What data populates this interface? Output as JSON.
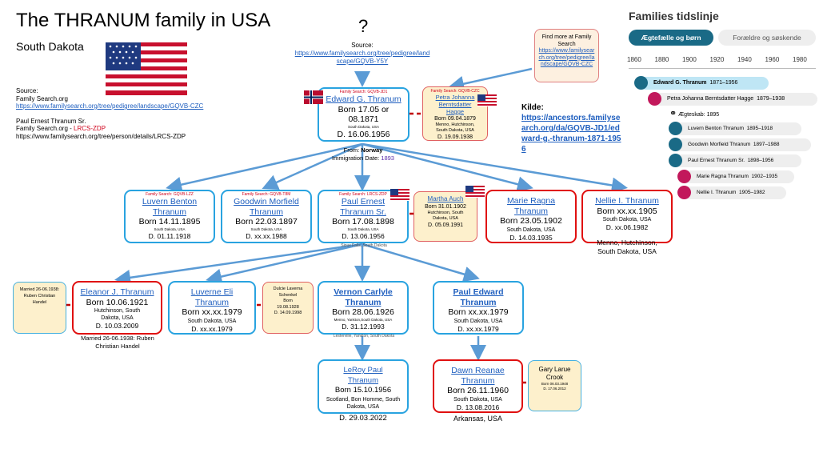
{
  "header": {
    "title": "The THRANUM family in USA",
    "subtitle": "South Dakota",
    "question": "?"
  },
  "source_left": {
    "l1": "Source:",
    "l2": "Family Search.org",
    "link": "https://www.familysearch.org/tree/pedigree/landscape/GQVB-CZC",
    "p1": "Paul Ernest Thranum Sr.",
    "p2_prefix": "Family Search.org - ",
    "p2_code": "LRCS-ZDP",
    "p3": "https://www.familysearch.org/tree/person/details/LRCS-ZDP"
  },
  "source_center": {
    "label": "Source:",
    "link": "https://www.familysearch.org/tree/pedigree/landscape/GQVB-Y5Y"
  },
  "find_more": {
    "text": "Find more at Family Search",
    "link": "https://www.familysearch.org/tree/pedigree/landscape/GQVB-CZC"
  },
  "kilde": {
    "label": "Kilde:",
    "link": "https://ancestors.familysearch.org/da/GQVB-JD1/edward-g.-thranum-1871-1956"
  },
  "immigration": {
    "from_label": "From: ",
    "from_value": "Norway",
    "date_label": "Immigration Date: ",
    "date_value": "1893"
  },
  "people": {
    "edward": {
      "fs": "Family Search: GQVB-JD1",
      "name": "Edward G. Thranum",
      "born": "Born 17.05 or 08.1871",
      "place": "South Dakota, USA",
      "died": "D. 16.06.1956"
    },
    "petra": {
      "fs": "Family Search: GQVB-CZC",
      "name": "Petra Johanna Berntsdatter Hagge",
      "born": "Born 09.04.1879",
      "place": "Menno, Hutchinson, South Dakota, USA",
      "died": "D. 19.09.1938"
    },
    "luvern": {
      "fs": "Family Search: GQVB-LZZ",
      "name": "Luvern Benton Thranum",
      "born": "Born 14.11.1895",
      "place": "South Dakota, USA",
      "died": "D. 01.11.1918"
    },
    "goodwin": {
      "fs": "Family Search: GQVB-T8M",
      "name": "Goodwin Morfield Thranum",
      "born": "Born 22.03.1897",
      "place": "South Dakota, USA",
      "died": "D. xx.xx.1988"
    },
    "paul_sr": {
      "fs": "Family Search: LRCS-ZDP",
      "name": "Paul Ernest Thranum Sr.",
      "born": "Born 17.08.1898",
      "place": "South Dakota, USA",
      "died": "D. 13.06.1956",
      "below": "Sioux Falls, South Dakota"
    },
    "martha": {
      "name": "Martha Auch",
      "born": "Born 31.01.1902",
      "place": "Hutchinson, South Dakota, USA",
      "died": "D. 05.09.1991"
    },
    "marie": {
      "name": "Marie Ragna Thranum",
      "born": "Born 23.05.1902",
      "place": "South Dakota, USA",
      "died": "D. 14.03.1935"
    },
    "nellie": {
      "name": "Nellie I. Thranum",
      "born": "Born xx.xx.1905",
      "place": "South Dakota, USA",
      "died": "D. xx.06.1982",
      "place2": "Menno, Hutchinson, South Dakota, USA"
    },
    "eleanor": {
      "name": "Eleanor J. Thranum",
      "born": "Born 10.06.1921",
      "place": "Hutchinson, South Dakota, USA",
      "died": "D. 10.03.2009",
      "married": "Married 26-06.1938: Ruben Christian Handel"
    },
    "married_note": {
      "text": "Married 26-06.1938: Ruben Christian Handel"
    },
    "luverne": {
      "name": "Luverne Eli Thranum",
      "born": "Born xx.xx.1979",
      "place": "South Dakota, USA",
      "died": "D. xx.xx.1979"
    },
    "dulcie": {
      "name": "Dulcie Laverna Schenkel",
      "born": "Born 19.08.1928",
      "died": "D. 14.09.1998"
    },
    "vernon": {
      "name": "Vernon Carlyle Thranum",
      "born": "Born 28.06.1926",
      "place": "Menno, Yankton,South Dakota, USA",
      "died": "D. 31.12.1993",
      "below": "Lesterville, Yankton, South Dakota"
    },
    "paul_edward": {
      "name": "Paul Edward Thranum",
      "born": "Born xx.xx.1979",
      "place": "South Dakota, USA",
      "died": "D. xx.xx.1979"
    },
    "leroy": {
      "name": "LeRoy Paul Thranum",
      "born": "Born 15.10.1956",
      "place": "Scotland, Bon Homme, South Dakota, USA",
      "died": "D. 29.03.2022"
    },
    "dawn": {
      "name": "Dawn Reanae Thranum",
      "born": "Born 26.11.1960",
      "place": "South Dakota, USA",
      "died": "D. 13.08.2016",
      "place2": "Arkansas, USA"
    },
    "gary": {
      "name": "Gary Larue Crook",
      "born": "Born 06.03.1948",
      "died": "D. 17.06.2012"
    }
  },
  "timeline": {
    "title": "Families tidslinje",
    "tab_active": "Ægtefælle og børn",
    "tab_inactive": "Forældre og søskende",
    "years": [
      "1860",
      "1880",
      "1900",
      "1920",
      "1940",
      "1960",
      "1980"
    ],
    "marriage": "Ægteskab: 1895",
    "rows": [
      {
        "name": "Edward G. Thranum",
        "years": "1871–1956",
        "gender": "male",
        "highlight": true
      },
      {
        "name": "Petra Johanna Berntsdatter Hagge",
        "years": "1879–1938",
        "gender": "female"
      },
      {
        "name": "Luvern Benton Thranum",
        "years": "1895–1918",
        "gender": "male"
      },
      {
        "name": "Goodwin Morfield Thranum",
        "years": "1897–1988",
        "gender": "male"
      },
      {
        "name": "Paul Ernest Thranum Sr.",
        "years": "1898–1956",
        "gender": "male"
      },
      {
        "name": "Marie Ragna Thranum",
        "years": "1902–1935",
        "gender": "female"
      },
      {
        "name": "Nellie I. Thranum",
        "years": "1905–1982",
        "gender": "female"
      }
    ]
  },
  "colors": {
    "link": "#1f5fbf",
    "blue_border": "#29a3e0",
    "red_border": "#e01010",
    "spouse_fill": "#fdf0cc",
    "teal": "#1a6a86",
    "arrow": "#5b9bd5"
  }
}
